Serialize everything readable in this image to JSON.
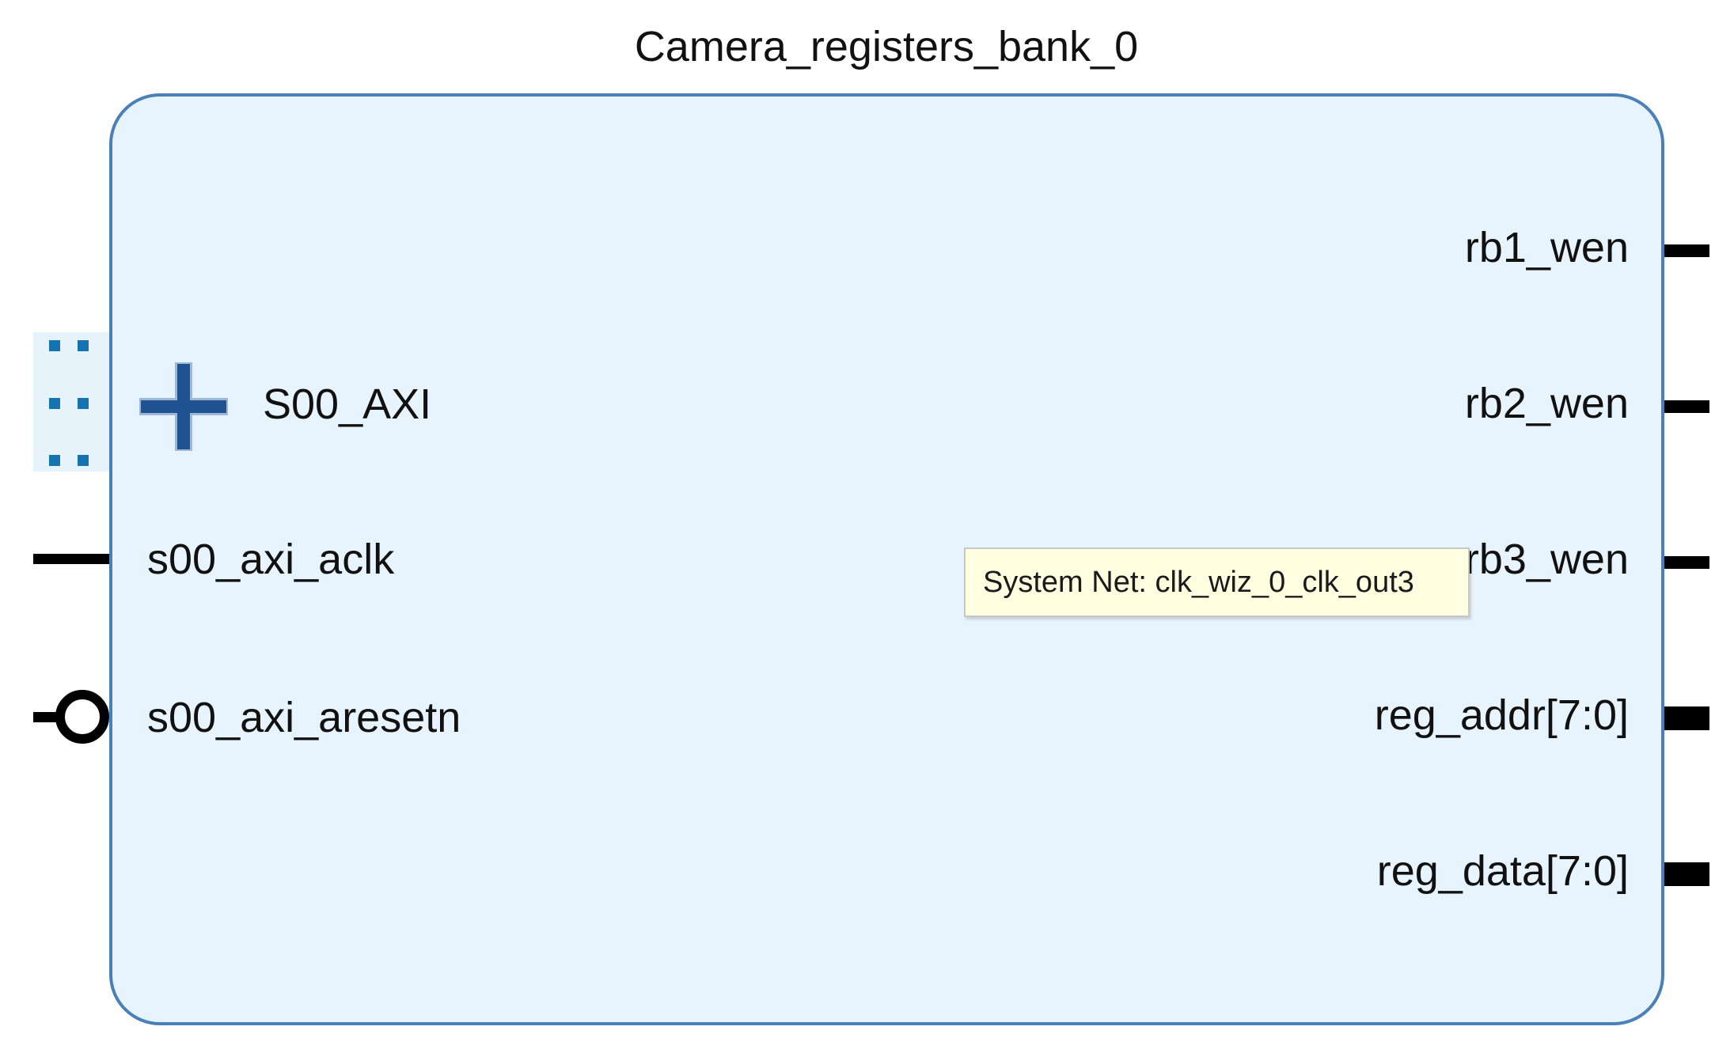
{
  "block": {
    "title": "Camera_registers_bank_0",
    "bus_interface": {
      "label": "S00_AXI",
      "icon": "plus-expand-icon"
    },
    "left_ports": [
      {
        "label": "s00_axi_aclk",
        "type": "input"
      },
      {
        "label": "s00_axi_aresetn",
        "type": "input-active-low"
      }
    ],
    "right_ports": [
      {
        "label": "rb1_wen",
        "type": "single"
      },
      {
        "label": "rb2_wen",
        "type": "single"
      },
      {
        "label": "rb3_wen",
        "type": "single"
      },
      {
        "label": "reg_addr[7:0]",
        "type": "bus"
      },
      {
        "label": "reg_data[7:0]",
        "type": "bus"
      }
    ]
  },
  "tooltip": {
    "text": "System Net: clk_wiz_0_clk_out3"
  },
  "colors": {
    "block_fill": "#e8f4fd",
    "block_border": "#4a7fb8",
    "bus_icon": "#1f5291",
    "bus_dots": "#1673b2",
    "tooltip_bg": "#ffffe1"
  }
}
